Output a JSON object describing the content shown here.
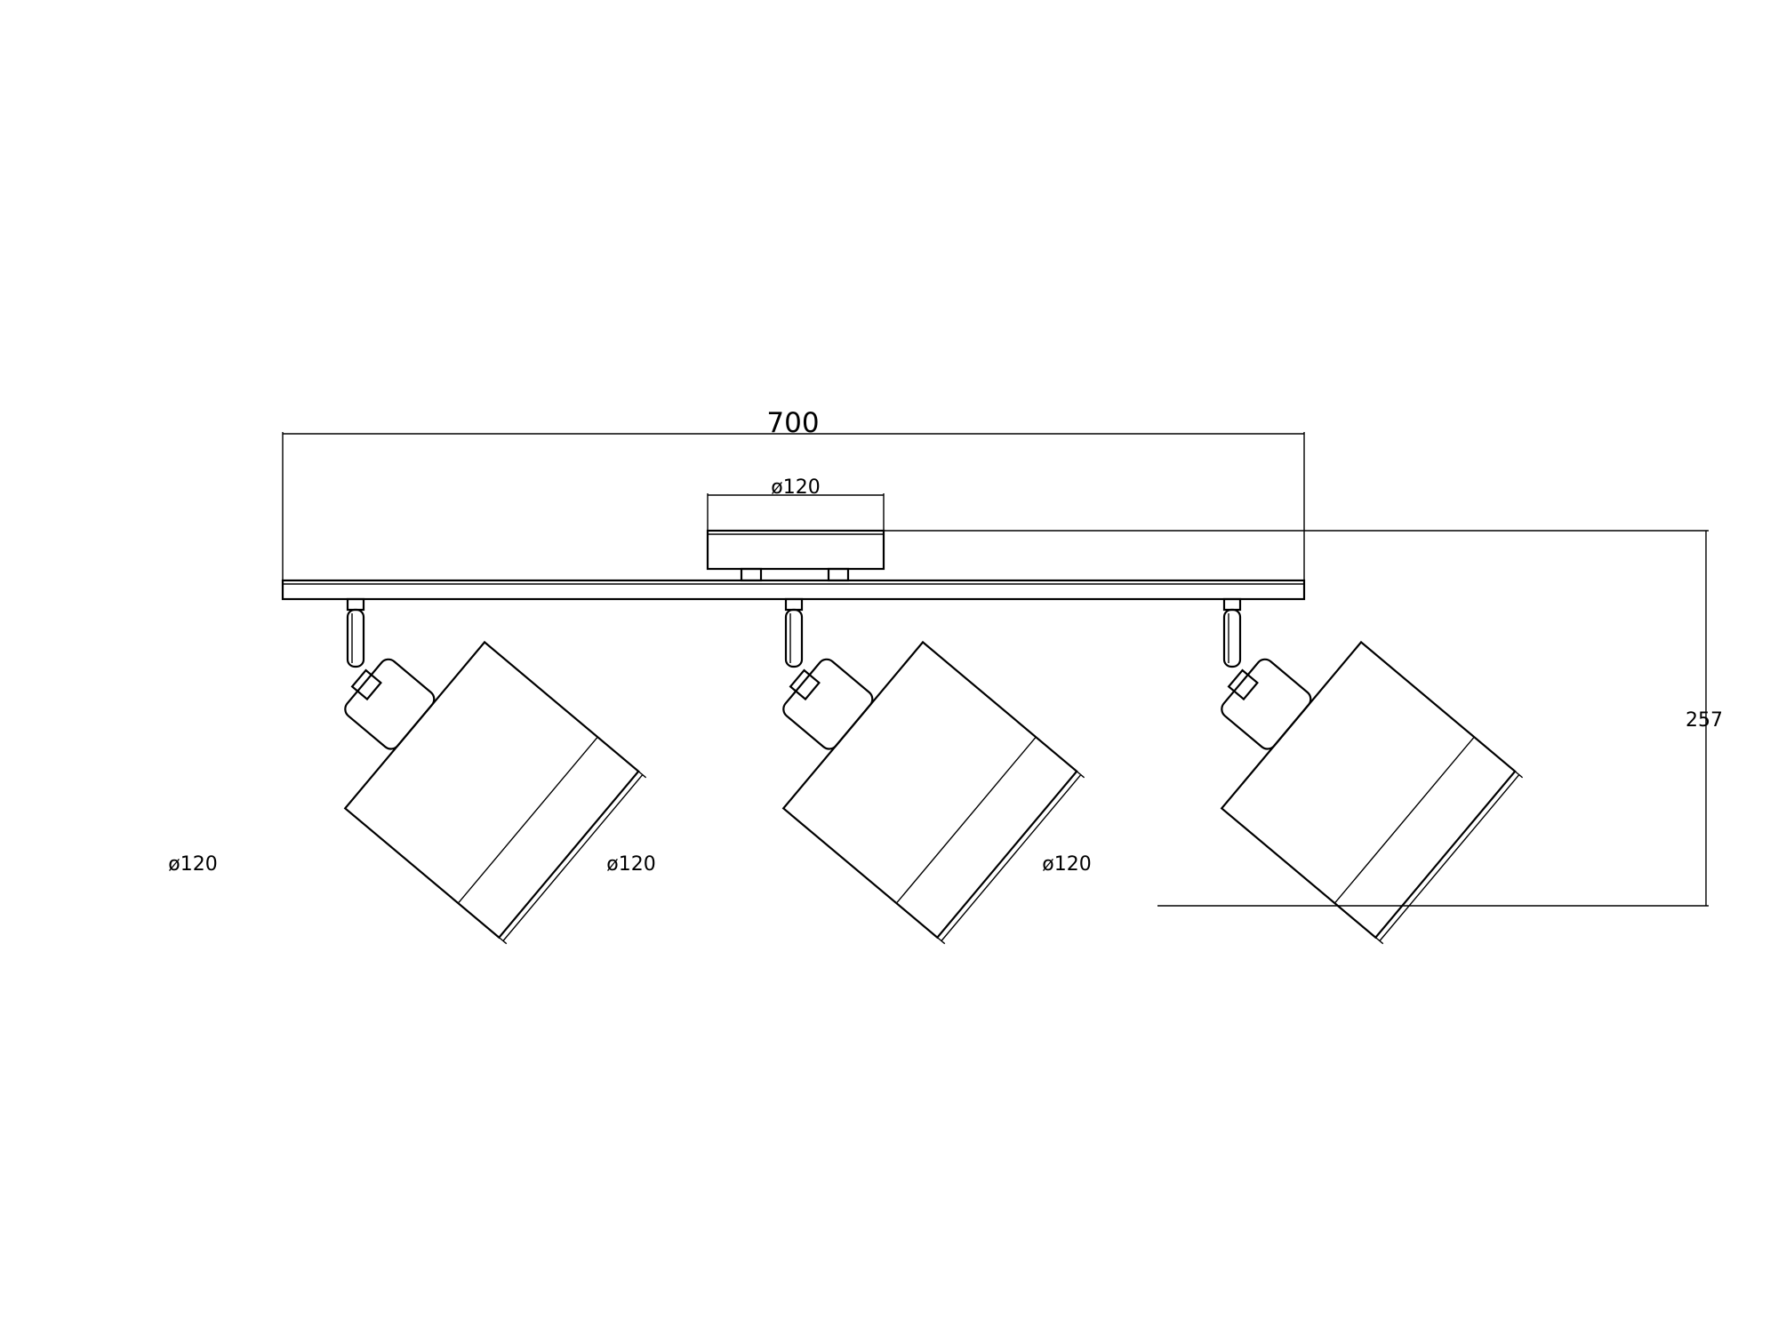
{
  "dimensions": {
    "overall_width": "700",
    "canopy_diameter": "ø120",
    "height": "257",
    "shade_diameters": [
      "ø120",
      "ø120",
      "ø120"
    ]
  },
  "colors": {
    "line": "#000000",
    "background": "#ffffff"
  }
}
